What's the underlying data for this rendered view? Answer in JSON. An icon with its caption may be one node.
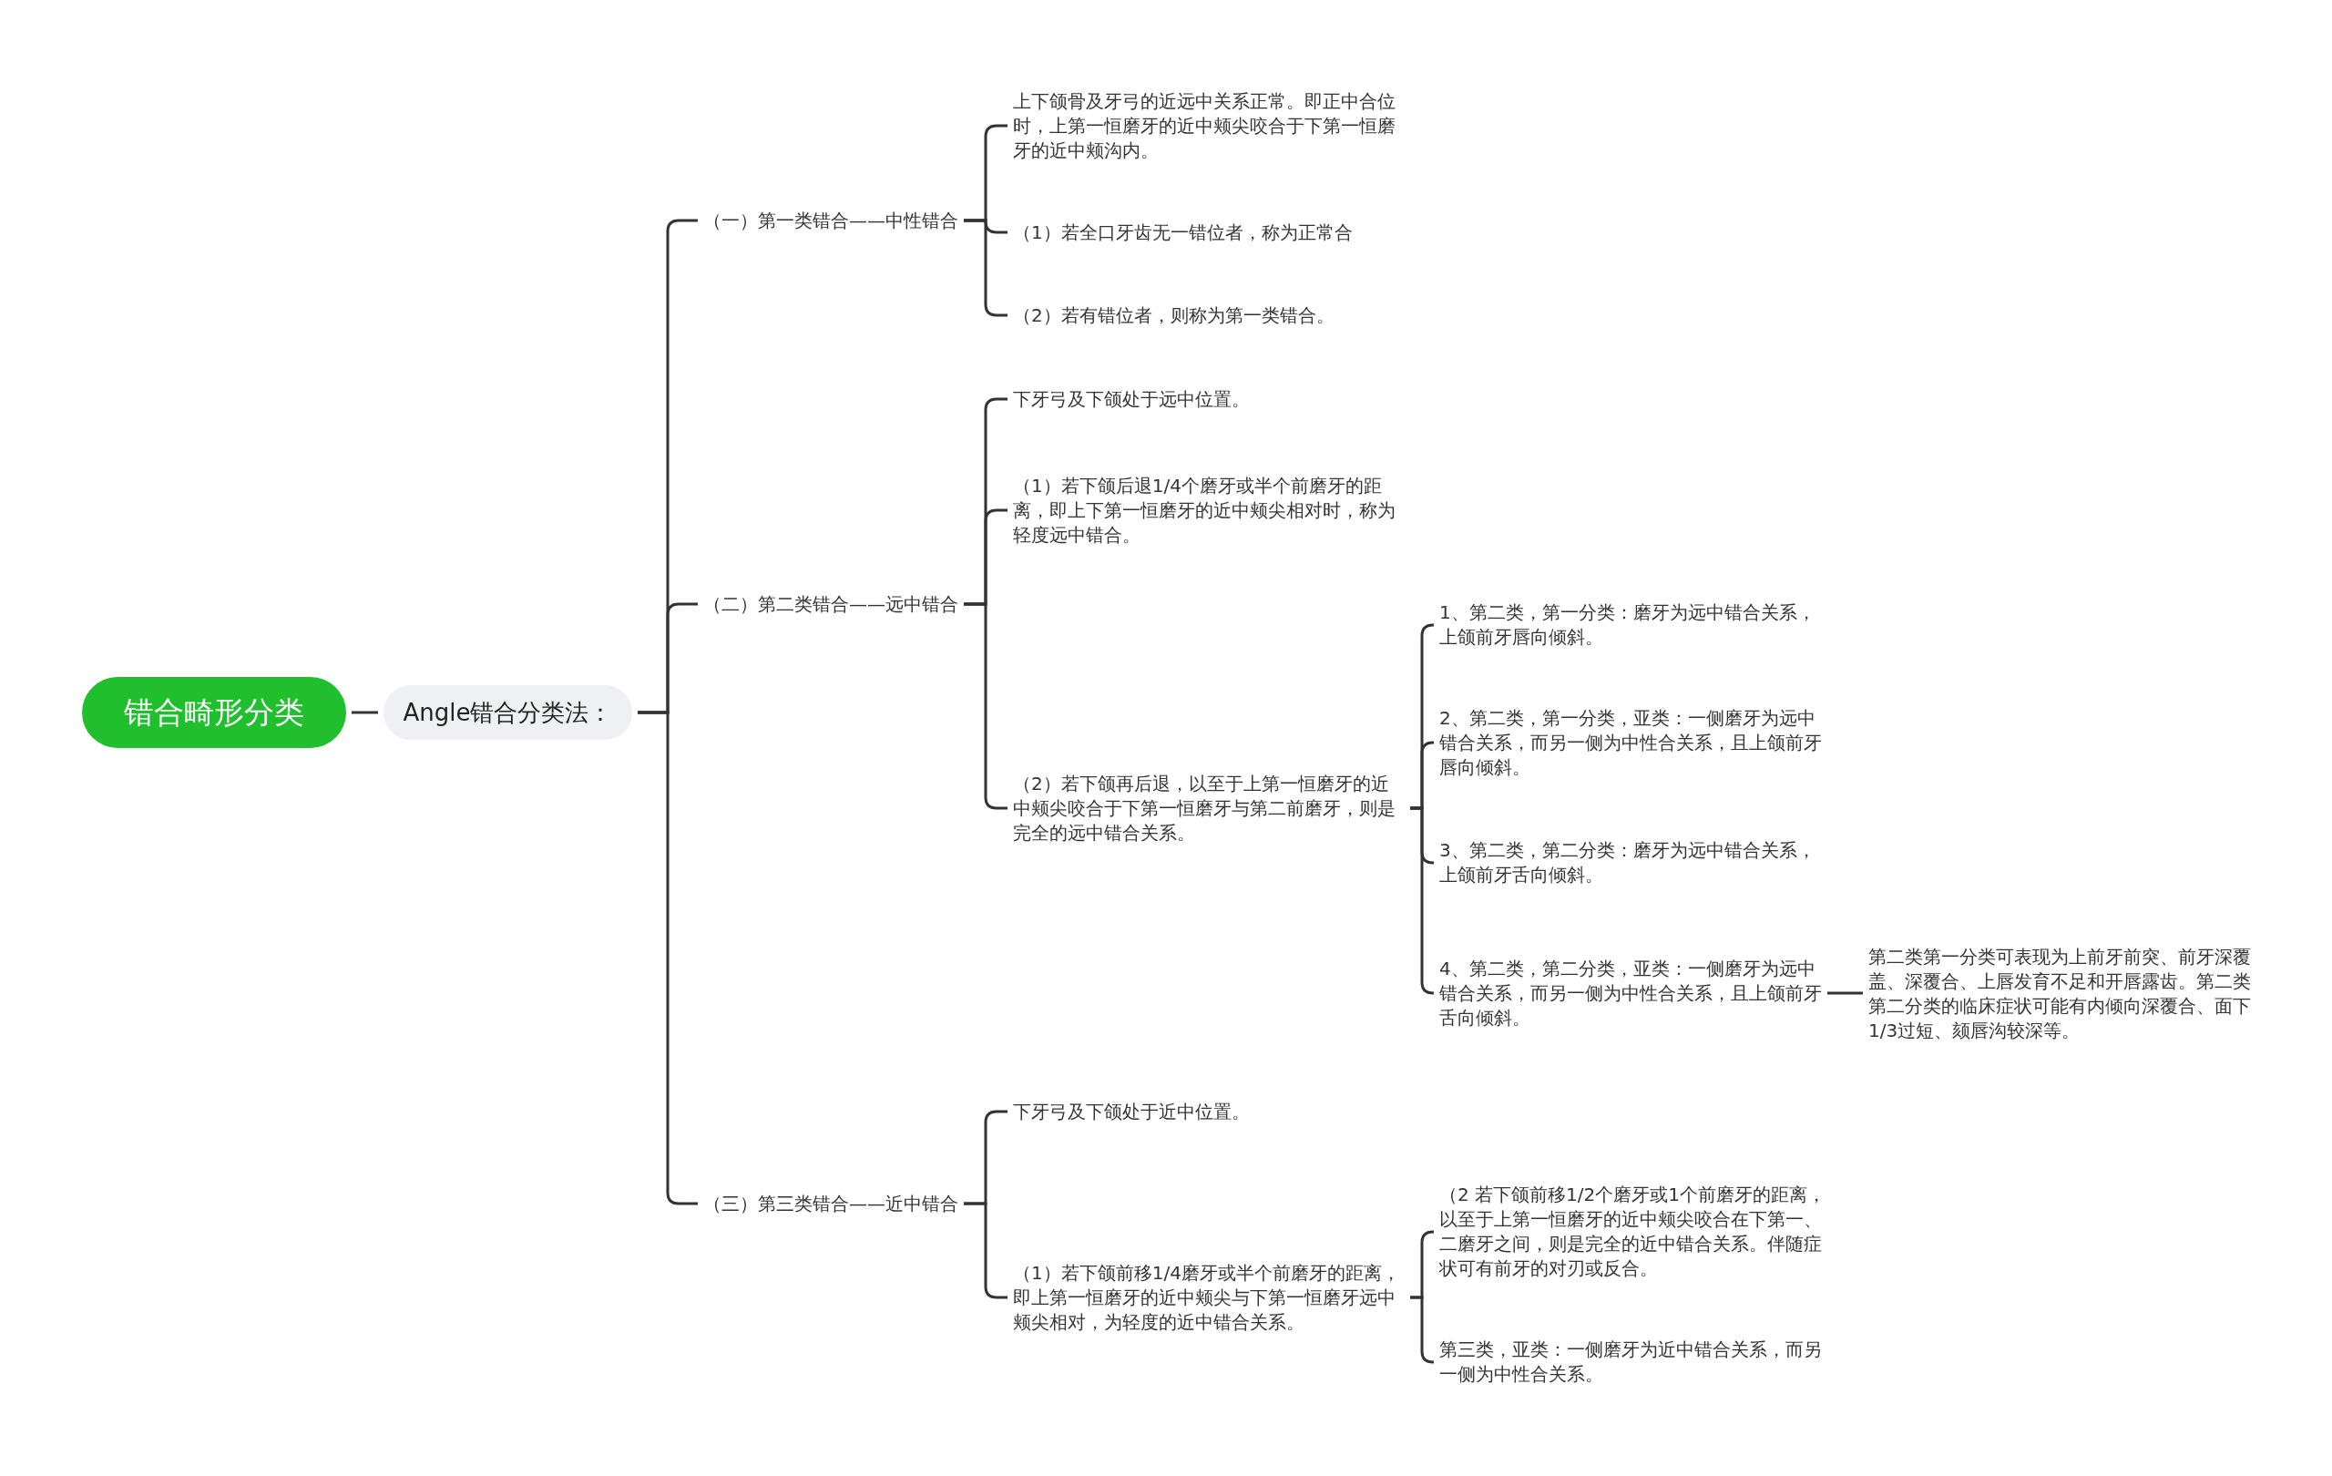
{
  "diagram": {
    "nodes": [
      {
        "text": [
          "错合畸形分类"
        ]
      },
      {
        "text": [
          "Angle错合分类法："
        ]
      },
      {
        "text": [
          "（一）第一类错合——中性错合"
        ]
      },
      {
        "text": [
          "上下颌骨及牙弓的近远中关系正常。即正中合位时，上第一恒磨牙的近中颊尖咬合于下第一恒磨牙的近中颊沟内。"
        ]
      },
      {
        "text": [
          "（1）若全口牙齿无一错位者，称为正常合"
        ]
      },
      {
        "text": [
          "（2）若有错位者，则称为第一类错合。"
        ]
      },
      {
        "text": [
          "（二）第二类错合——远中错合"
        ]
      },
      {
        "text": [
          "下牙弓及下颌处于远中位置。"
        ]
      },
      {
        "text": [
          "（1）若下颌后退1/4个磨牙或半个前磨牙的距离，即上下第一恒磨牙的近中颊尖相对时，称为轻度远中错合。"
        ]
      },
      {
        "text": [
          "（2）若下颌再后退，以至于上第一恒磨牙的近中颊尖咬合于下第一恒磨牙与第二前磨牙，则是完全的远中错合关系。"
        ]
      },
      {
        "text": [
          "1、第二类，第一分类：磨牙为远中错合关系，上颌前牙唇向倾斜。"
        ]
      },
      {
        "text": [
          "2、第二类，第一分类，亚类：一侧磨牙为远中错合关系，而另一侧为中性合关系，且上颌前牙唇向倾斜。"
        ]
      },
      {
        "text": [
          "3、第二类，第二分类：磨牙为远中错合关系，上颌前牙舌向倾斜。"
        ]
      },
      {
        "text": [
          "4、第二类，第二分类，亚类：一侧磨牙为远中错合关系，而另一侧为中性合关系，且上颌前牙舌向倾斜。"
        ]
      },
      {
        "text": [
          "第二类第一分类可表现为上前牙前突、前牙深覆盖、深覆合、上唇发育不足和开唇露齿。第二类第二分类的临床症状可能有内倾向深覆合、面下1/3过短、颏唇沟较深等。"
        ]
      },
      {
        "text": [
          "（三）第三类错合——近中错合"
        ]
      },
      {
        "text": [
          "下牙弓及下颌处于近中位置。"
        ]
      },
      {
        "text": [
          "（1）若下颌前移1/4磨牙或半个前磨牙的距离，即上第一恒磨牙的近中颊尖与下第一恒磨牙远中颊尖相对，为轻度的近中错合关系。"
        ]
      },
      {
        "text": [
          "（2 若下颌前移1/2个磨牙或1个前磨牙的距离，以至于上第一恒磨牙的近中颊尖咬合在下第一、二磨牙之间，则是完全的近中错合关系。伴随症状可有前牙的对刃或反合。"
        ]
      },
      {
        "text": [
          "第三类，亚类：一侧磨牙为近中错合关系，而另一侧为中性合关系。"
        ]
      }
    ],
    "edges": [
      {
        "from": 0,
        "to": 1,
        "arrow": "none"
      },
      {
        "from": 1,
        "to": 2,
        "arrow": "none"
      },
      {
        "from": 1,
        "to": 6,
        "arrow": "none"
      },
      {
        "from": 1,
        "to": 15,
        "arrow": "none"
      },
      {
        "from": 2,
        "to": 3,
        "arrow": "none"
      },
      {
        "from": 2,
        "to": 4,
        "arrow": "none"
      },
      {
        "from": 2,
        "to": 5,
        "arrow": "none"
      },
      {
        "from": 6,
        "to": 7,
        "arrow": "none"
      },
      {
        "from": 6,
        "to": 8,
        "arrow": "none"
      },
      {
        "from": 6,
        "to": 9,
        "arrow": "none"
      },
      {
        "from": 9,
        "to": 10,
        "arrow": "none"
      },
      {
        "from": 9,
        "to": 11,
        "arrow": "none"
      },
      {
        "from": 9,
        "to": 12,
        "arrow": "none"
      },
      {
        "from": 9,
        "to": 13,
        "arrow": "none"
      },
      {
        "from": 13,
        "to": 14,
        "arrow": "none"
      },
      {
        "from": 15,
        "to": 16,
        "arrow": "none"
      },
      {
        "from": 15,
        "to": 17,
        "arrow": "none"
      },
      {
        "from": 17,
        "to": 18,
        "arrow": "none"
      },
      {
        "from": 17,
        "to": 19,
        "arrow": "none"
      }
    ]
  }
}
